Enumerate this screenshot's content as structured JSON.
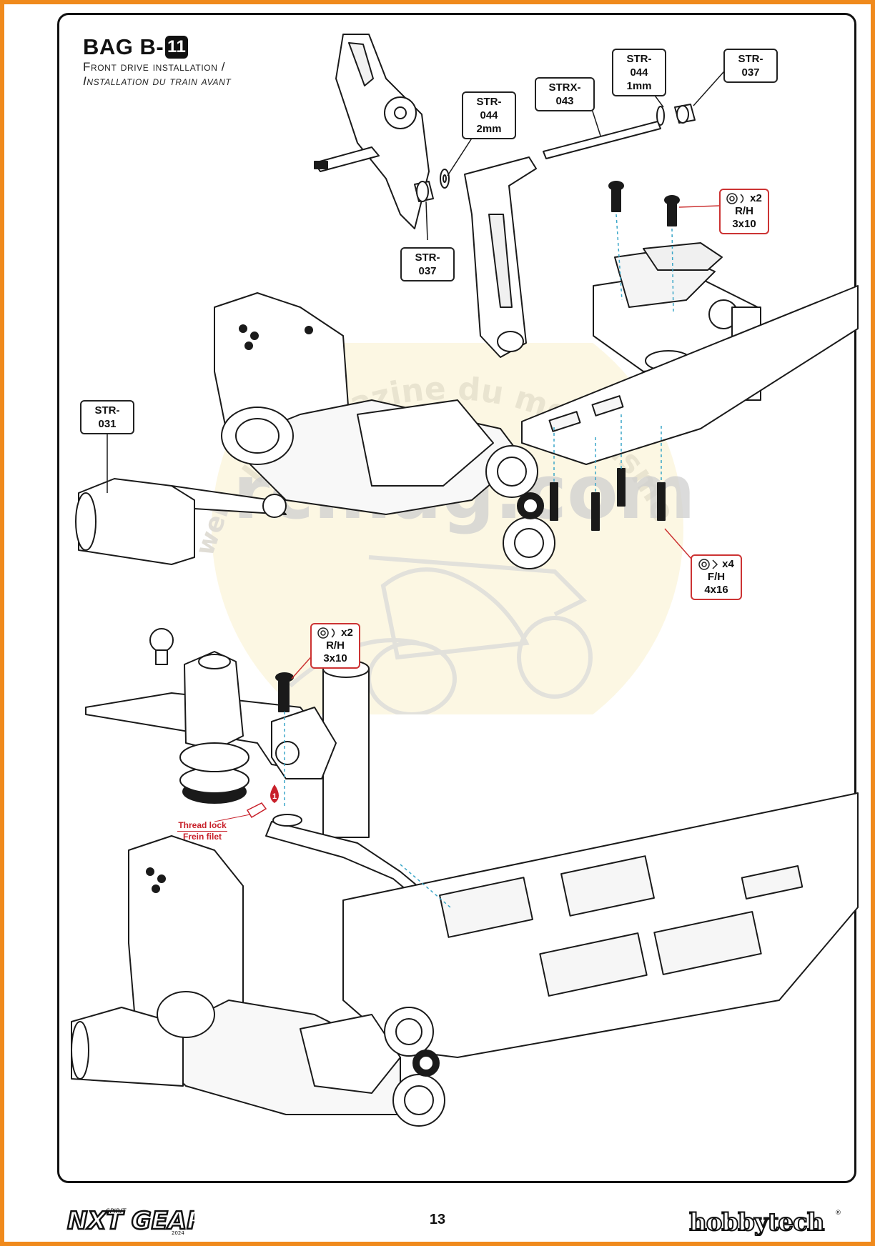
{
  "header": {
    "bag_prefix": "BAG B-",
    "bag_number": "11",
    "subtitle_en": "Front drive installation /",
    "subtitle_fr": "Installation du train avant"
  },
  "part_labels": {
    "str044_top": {
      "code": "STR-044",
      "size": "1mm"
    },
    "str037_top": {
      "code": "STR-037"
    },
    "strx043": {
      "code": "STRX-043"
    },
    "str044_mid": {
      "code": "STR-044",
      "size": "2mm"
    },
    "str037_mid": {
      "code": "STR-037"
    },
    "str031": {
      "code": "STR-031"
    }
  },
  "hardware": {
    "rh_top": {
      "qty": "x2",
      "spec": "R/H 3x10",
      "icon": "washer-screw-icon"
    },
    "fh": {
      "qty": "x4",
      "spec": "F/H 4x16",
      "icon": "washer-screw-icon"
    },
    "rh_mid": {
      "qty": "x2",
      "spec": "R/H 3x10",
      "icon": "washer-screw-icon"
    }
  },
  "thread_lock": {
    "step": "1",
    "line1": "Thread lock",
    "line2": "Frein filet"
  },
  "watermark": {
    "text_arc": "le magazine du modélisme",
    "text_side": "web",
    "text_main": "rcmag.com"
  },
  "footer": {
    "page_number": "13",
    "left_logo_text": "NXT GEAR",
    "left_logo_sub": "SPIRIT",
    "left_logo_year": "2024",
    "right_logo_text": "hobbytech",
    "right_logo_mark": "®"
  },
  "colors": {
    "page_border": "#f08a1c",
    "hardware_border": "#cc3333",
    "thread_lock_red": "#c8202a",
    "leader_cyan": "#3aa6c8"
  }
}
